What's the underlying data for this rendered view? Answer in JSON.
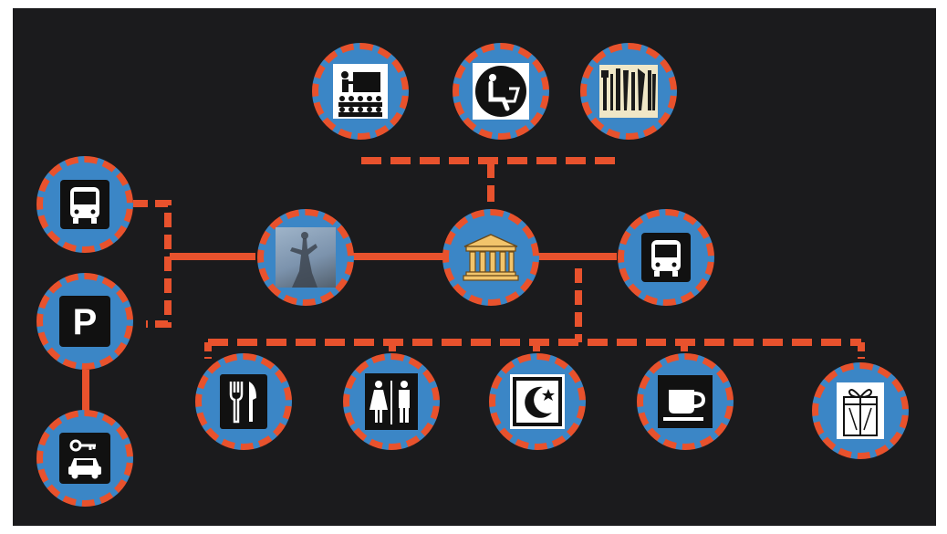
{
  "colors": {
    "background": "#1b1b1d",
    "node_fill": "#3b86c6",
    "dash": "#e8522d",
    "icon_black": "#111111",
    "icon_white": "#ffffff"
  },
  "nodes": [
    {
      "id": "presentation",
      "icon": "presentation-icon"
    },
    {
      "id": "computer-user",
      "icon": "computer-user-icon"
    },
    {
      "id": "tools",
      "icon": "tools-icon"
    },
    {
      "id": "bus-left",
      "icon": "bus-icon"
    },
    {
      "id": "parking",
      "icon": "parking-icon",
      "text": "P"
    },
    {
      "id": "car-rental",
      "icon": "car-rental-icon"
    },
    {
      "id": "statue-photo",
      "icon": "statue-photo-icon"
    },
    {
      "id": "museum",
      "icon": "museum-icon"
    },
    {
      "id": "bus-right",
      "icon": "bus-icon"
    },
    {
      "id": "restaurant",
      "icon": "restaurant-icon"
    },
    {
      "id": "restrooms",
      "icon": "restroom-icon"
    },
    {
      "id": "mosque",
      "icon": "crescent-star-icon"
    },
    {
      "id": "coffee",
      "icon": "coffee-cup-icon"
    },
    {
      "id": "gift-shop",
      "icon": "gift-icon"
    }
  ]
}
